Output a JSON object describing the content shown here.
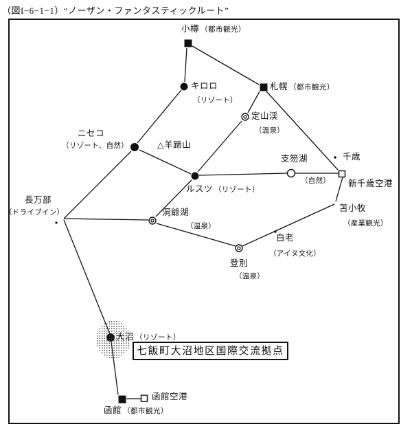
{
  "figure": {
    "title": "（図I−6−1−1）“ノーザン・ファンタスティックルート”"
  },
  "nodes": {
    "otaru": {
      "name": "小樽",
      "qualifier": "（都市観光）",
      "marker": "filled-square"
    },
    "kiroro": {
      "name": "キロロ",
      "qualifier": "（リゾート）",
      "marker": "filled-circle"
    },
    "sapporo": {
      "name": "札幌",
      "qualifier": "（都市観光）",
      "marker": "filled-square"
    },
    "jozankei": {
      "name": "定山渓",
      "qualifier": "（温泉）",
      "marker": "double-circle"
    },
    "niseko": {
      "name": "ニセコ",
      "qualifier": "（リゾート、自然）",
      "marker": "filled-circle"
    },
    "yotei": {
      "name": "△羊蹄山",
      "marker": "triangle"
    },
    "rusutsu": {
      "name": "ルスツ",
      "qualifier": "（リゾート）",
      "marker": "filled-circle"
    },
    "shikotsu": {
      "name": "支笏湖",
      "qualifier": "（自然）",
      "marker": "open-circle"
    },
    "chitose": {
      "name": "千歳",
      "marker": "small-dot"
    },
    "new_chitose_airport": {
      "name": "新千歳空港",
      "marker": "open-square"
    },
    "tomakomai": {
      "name": "苫小牧",
      "qualifier": "（産業観光）",
      "marker": "line-end"
    },
    "shiraoi": {
      "name": "白老",
      "qualifier": "（アイヌ文化）",
      "marker": "tick-on-line"
    },
    "toya": {
      "name": "洞爺湖",
      "qualifier": "（温泉）",
      "marker": "double-circle"
    },
    "noboribetsu": {
      "name": "登別",
      "qualifier": "（温泉）",
      "marker": "double-circle"
    },
    "oshamambe": {
      "name": "長万部",
      "qualifier": "（ドライブイン）",
      "marker": "small-dot"
    },
    "onuma": {
      "name": "大沼",
      "qualifier": "（リゾート）",
      "marker": "filled-circle-stippled"
    },
    "hakodate": {
      "name": "函館",
      "qualifier": "（都市観光）",
      "marker": "filled-square"
    },
    "hakodate_airport": {
      "name": "函館空港",
      "marker": "open-square"
    }
  },
  "callout": {
    "label": "七飯町大沼地区国際交流拠点"
  },
  "colors": {
    "ink": "#111111",
    "paper": "#ffffff"
  }
}
